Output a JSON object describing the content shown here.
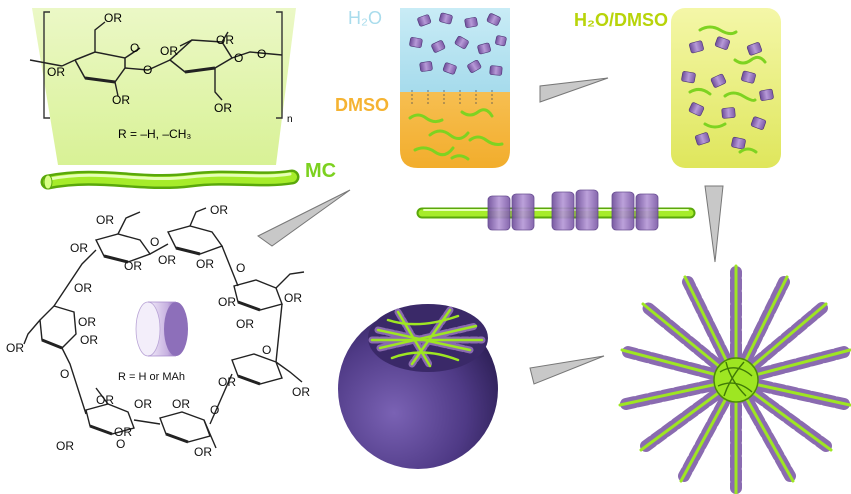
{
  "mc_panel": {
    "substituent": "OR",
    "ring_o": "O",
    "repeat_index": "n",
    "r_definition": "R = –H, –CH₃",
    "label": "MC",
    "label_color": "#7cd11f"
  },
  "solvent_panel": {
    "water_label": "H₂O",
    "water_color": "#a9dcec",
    "dmso_label": "DMSO",
    "dmso_color": "#f5b332"
  },
  "mixed_panel": {
    "label": "H₂O/DMSO",
    "label_color": "#b8d40a"
  },
  "cd_panel": {
    "substituent": "OR",
    "ring_o": "O",
    "r_definition": "R = H or MAh"
  },
  "colors": {
    "fiber": "#8fe01c",
    "cyclodextrin": "#8a6bb0",
    "sphere": "#55408c",
    "arrow": "#c9c9c9"
  }
}
